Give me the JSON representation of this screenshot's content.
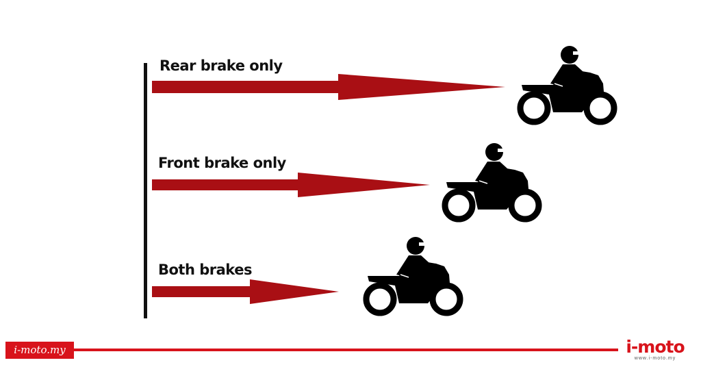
{
  "labels": {
    "rear": "Rear brake only",
    "front": "Front brake only",
    "both": "Both brakes"
  },
  "colors": {
    "arrow": "#a90f14",
    "brand": "#d8131b",
    "ink": "#111111"
  },
  "footer": {
    "left_logo": "i-moto.my",
    "right_logo": "i-moto",
    "right_url": "www.i-moto.my"
  }
}
